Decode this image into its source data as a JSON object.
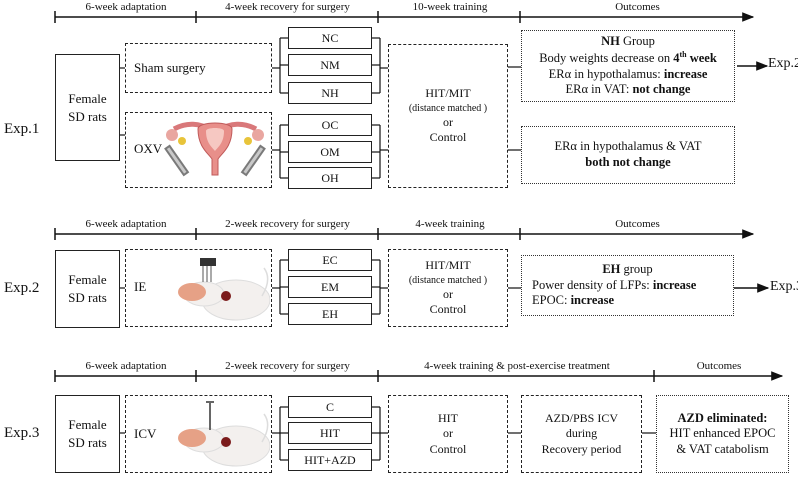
{
  "exp1": {
    "label": "Exp.1",
    "timeline": [
      "6-week adaptation",
      "4-week recovery for surgery",
      "10-week training",
      "Outcomes"
    ],
    "rats": [
      "Female",
      "SD rats"
    ],
    "sham": "Sham surgery",
    "ovx": "OXV",
    "groups_top": [
      "NC",
      "NM",
      "NH"
    ],
    "groups_bottom": [
      "OC",
      "OM",
      "OH"
    ],
    "training": [
      "HIT/MIT",
      "(distance matched )",
      "or",
      "Control"
    ],
    "outcome1": {
      "title_bold": "NH",
      "title_rest": " Group",
      "line1_pre": "Body weights decrease on ",
      "line1_num": "4",
      "line1_sup": "th",
      "line1_post": " week",
      "line2_pre": "ERα in hypothalamus: ",
      "line2_bold": "increase",
      "line3_pre": "ERα in VAT: ",
      "line3_bold": "not change"
    },
    "next": "Exp.2",
    "outcome2": {
      "line1": "ERα in hypothalamus & VAT",
      "line2_bold": "both not change"
    }
  },
  "exp2": {
    "label": "Exp.2",
    "timeline": [
      "6-week adaptation",
      "2-week recovery for surgery",
      "4-week training",
      "Outcomes"
    ],
    "rats": [
      "Female",
      "SD rats"
    ],
    "surgery": "IE",
    "groups": [
      "EC",
      "EM",
      "EH"
    ],
    "training": [
      "HIT/MIT",
      "(distance matched )",
      "or",
      "Control"
    ],
    "outcome": {
      "title_bold": "EH",
      "title_rest": " group",
      "line1_pre": "Power density of LFPs: ",
      "line1_bold": "increase",
      "line2_pre": "EPOC: ",
      "line2_bold": "increase"
    },
    "next": "Exp.3"
  },
  "exp3": {
    "label": "Exp.3",
    "timeline": [
      "6-week adaptation",
      "2-week recovery for surgery",
      "4-week training & post-exercise treatment",
      "Outcomes"
    ],
    "rats": [
      "Female",
      "SD rats"
    ],
    "surgery": "ICV",
    "groups": [
      "C",
      "HIT",
      "HIT+AZD"
    ],
    "training": [
      "HIT",
      "or",
      "Control"
    ],
    "treatment": [
      "AZD/PBS ICV",
      "during",
      "Recovery period"
    ],
    "outcome": {
      "title_bold": "AZD eliminated",
      "title_colon": ":",
      "line1": "HIT enhanced EPOC",
      "line2": "& VAT catabolism"
    }
  }
}
